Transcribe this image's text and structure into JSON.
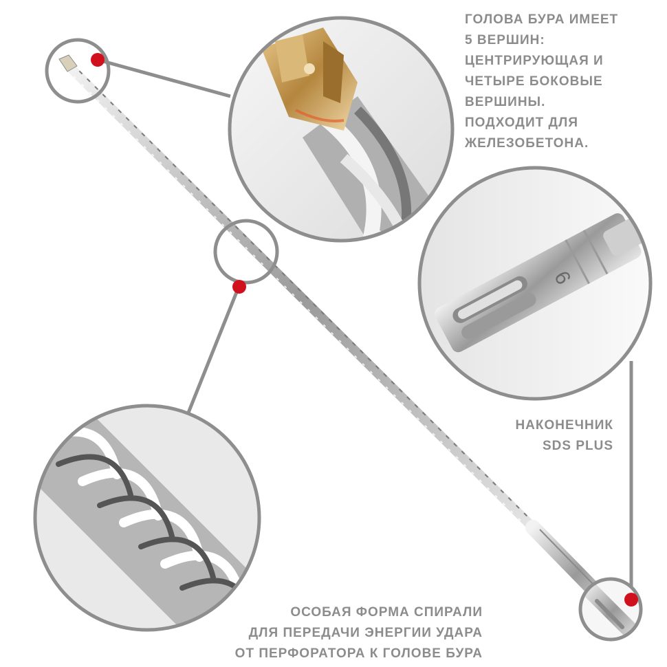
{
  "captions": {
    "head": [
      "ГОЛОВА БУРА ИМЕЕТ",
      "5 ВЕРШИН:",
      "ЦЕНТРИРУЮЩАЯ И",
      "ЧЕТЫРЕ БОКОВЫЕ",
      "ВЕРШИНЫ.",
      "ПОДХОДИТ ДЛЯ",
      "ЖЕЛЕЗОБЕТОНА."
    ],
    "sds": [
      "НАКОНЕЧНИК",
      "SDS PLUS"
    ],
    "spiral": [
      "ОСОБАЯ ФОРМА СПИРАЛИ",
      "ДЛЯ ПЕРЕДАЧИ ЭНЕРГИИ УДАРА",
      "ОТ ПЕРФОРАТОРА К ГОЛОВЕ БУРА"
    ]
  },
  "shank_marking": "6",
  "colors": {
    "ring": "#8e8e8e",
    "marker": "#d0101c",
    "caption": "#8c8c8c",
    "steel": "#b8b8b8",
    "carbide": "#c9a25a"
  }
}
